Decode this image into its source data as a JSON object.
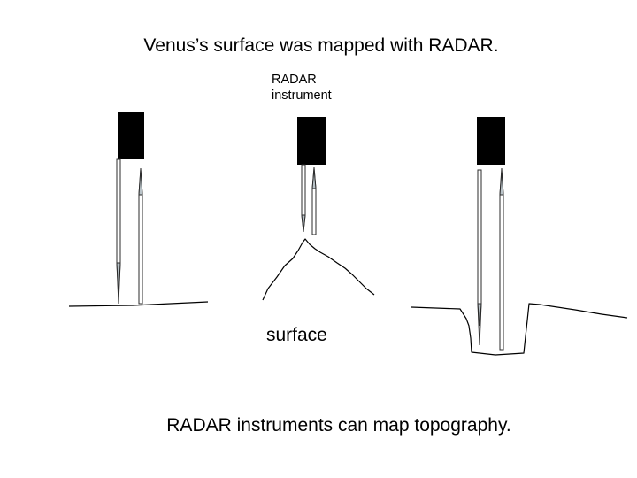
{
  "title": "Venus’s surface was mapped with RADAR.",
  "instrument_label": {
    "line1": "RADAR",
    "line2": "instrument"
  },
  "surface_label": "surface",
  "caption": "RADAR instruments can map topography.",
  "colors": {
    "instrument": "#000000",
    "beam_head": "#b9c3c8",
    "background": "#ffffff"
  },
  "panels": [
    {
      "name": "flat surface"
    },
    {
      "name": "mountain"
    },
    {
      "name": "crater"
    }
  ]
}
